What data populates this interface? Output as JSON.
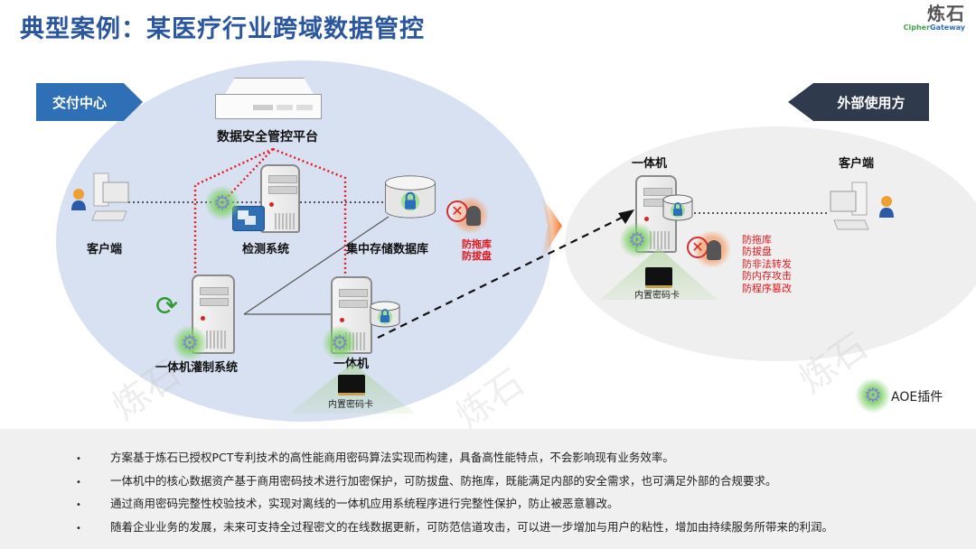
{
  "header": {
    "title": "典型案例：某医疗行业跨域数据管控",
    "logo_cn": "炼石",
    "logo_en_part1": "Cipher",
    "logo_en_part2": "Gateway"
  },
  "diagram": {
    "left_zone": {
      "banner": "交付中心",
      "platform_label": "数据安全管控平台",
      "client_label": "客户端",
      "detection_label": "检测系统",
      "storage_label": "集中存储数据库",
      "storage_threats": [
        "防拖库",
        "防拔盘"
      ],
      "control_system_label": "一体机灌制系统",
      "appliance_label": "一体机",
      "card_label": "内置密码卡"
    },
    "right_zone": {
      "banner": "外部使用方",
      "appliance_label": "一体机",
      "client_label": "客户端",
      "card_label": "内置密码卡",
      "threats": [
        "防拖库",
        "防拔盘",
        "防非法转发",
        "防内存攻击",
        "防程序篡改"
      ]
    },
    "legend": {
      "aoe_label": "AOE插件"
    },
    "colors": {
      "left_banner": "#2f6fb5",
      "right_banner": "#2f3a4d",
      "threat_text": "#e8161b",
      "title": "#2a56a0"
    }
  },
  "bullets": [
    "方案基于炼石已授权PCT专利技术的高性能商用密码算法实现而构建，具备高性能特点，不会影响现有业务效率。",
    "一体机中的核心数据资产基于商用密码技术进行加密保护，可防拔盘、防拖库，既能满足内部的安全需求，也可满足外部的合规要求。",
    "通过商用密码完整性校验技术，实现对离线的一体机应用系统程序进行完整性保护，防止被恶意篡改。",
    "随着企业业务的发展，未来可支持全过程密文的在线数据更新，可防范信道攻击，可以进一步增加与用户的粘性，增加由持续服务所带来的利润。"
  ],
  "bullet_symbol": "•"
}
